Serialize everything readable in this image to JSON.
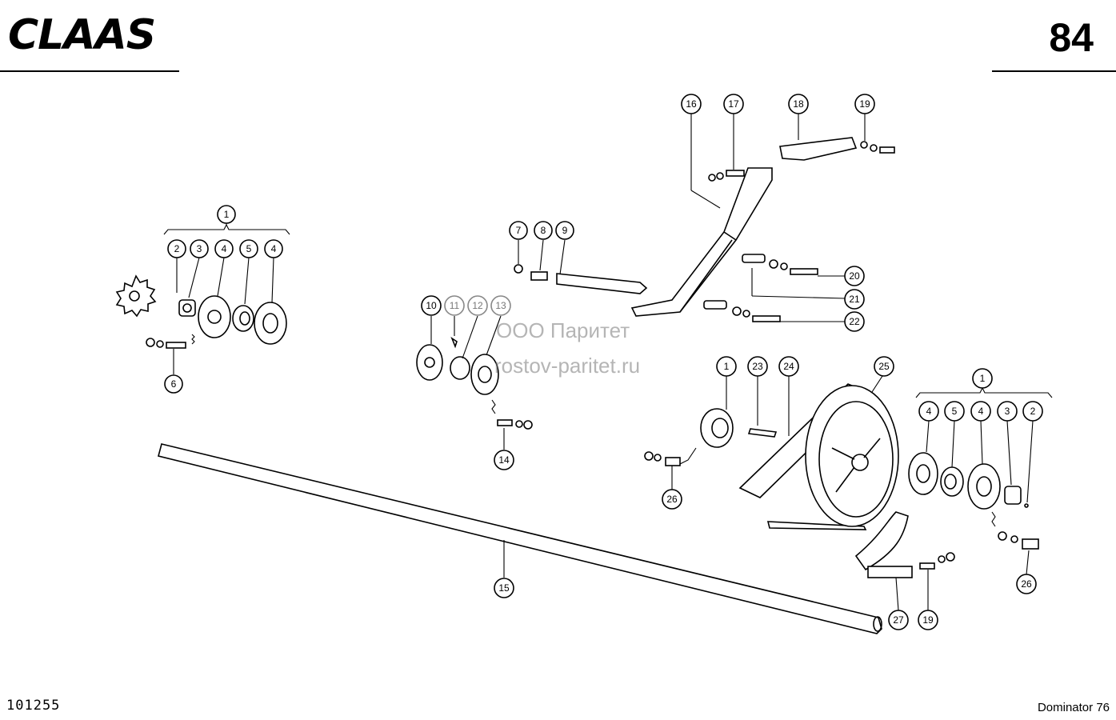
{
  "header": {
    "brand": "CLAAS",
    "page_number": "84"
  },
  "footer": {
    "doc_number": "101255",
    "model": "Dominator 76"
  },
  "watermark": {
    "line1": "ООО Паритет",
    "line2": "rostov-paritet.ru"
  },
  "callouts": {
    "c1a": "1",
    "c2a": "2",
    "c3a": "3",
    "c4a": "4",
    "c5a": "5",
    "c4b": "4",
    "c6": "6",
    "c7": "7",
    "c8": "8",
    "c9": "9",
    "c10": "10",
    "c11": "11",
    "c12": "12",
    "c13": "13",
    "c14": "14",
    "c15": "15",
    "c16": "16",
    "c17": "17",
    "c18": "18",
    "c19a": "19",
    "c20": "20",
    "c21": "21",
    "c22": "22",
    "c1b": "1",
    "c23": "23",
    "c24": "24",
    "c25": "25",
    "c26a": "26",
    "c1c": "1",
    "c4c": "4",
    "c5b": "5",
    "c4d": "4",
    "c3b": "3",
    "c2b": "2",
    "c26b": "26",
    "c27": "27",
    "c19b": "19"
  }
}
